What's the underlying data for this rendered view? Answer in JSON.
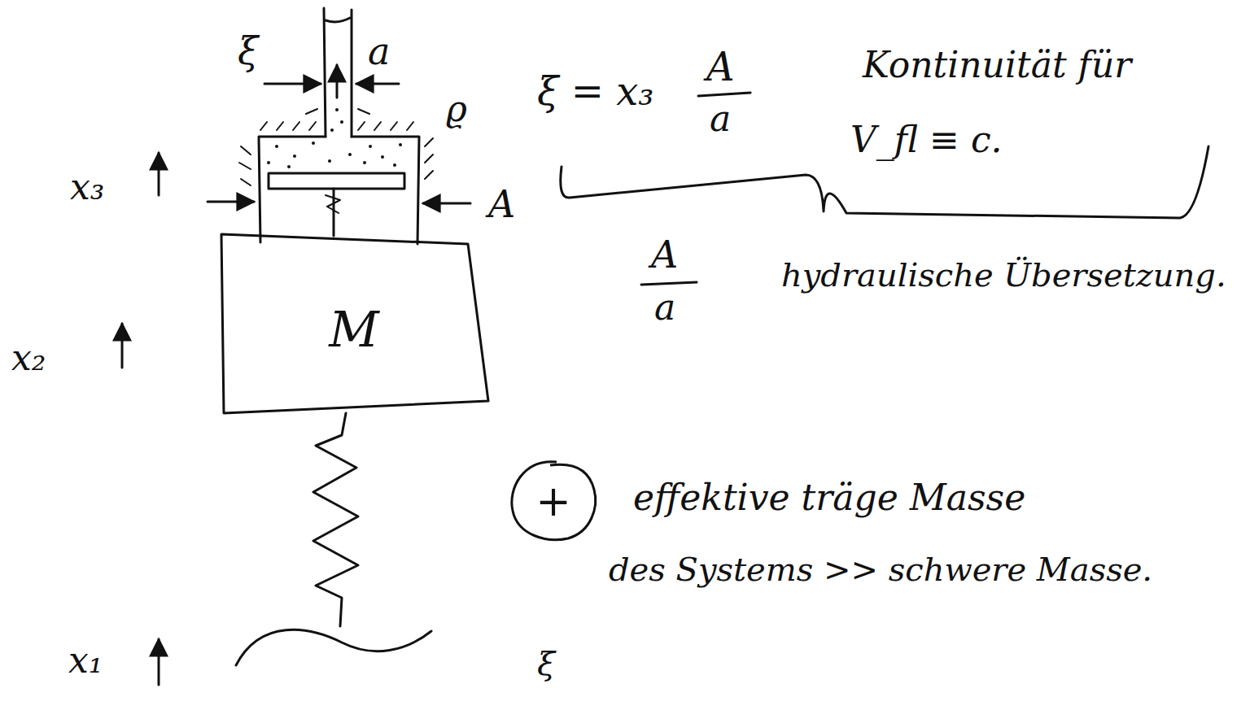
{
  "diagram": {
    "nodes": [
      {
        "text": [
          "M"
        ]
      },
      {
        "text": [
          "+"
        ]
      }
    ],
    "labels": [
      "ξ",
      "a",
      "ϱ",
      "x₃",
      "A",
      "x₂",
      "x₁",
      "ξ = x₃",
      "A",
      "a",
      "Kontinuität für",
      "V_fl ≡ c.",
      "A",
      "a",
      "hydraulische Übersetzung.",
      "effektive träge Masse",
      "des Systems >> schwere Masse.",
      "ξ"
    ]
  }
}
